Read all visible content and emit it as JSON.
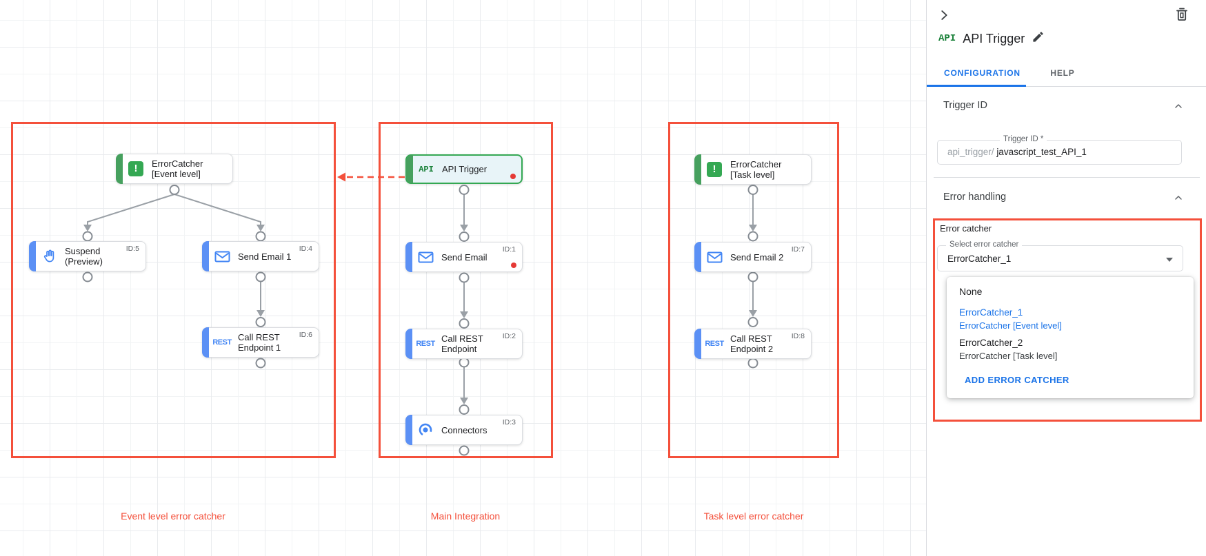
{
  "canvas": {
    "groups": [
      {
        "label": "Event level error catcher"
      },
      {
        "label": "Main Integration"
      },
      {
        "label": "Task level error catcher"
      }
    ],
    "icon_text": {
      "api": "API",
      "rest": "REST"
    },
    "nodes": {
      "error_catcher_event": {
        "label": "ErrorCatcher [Event level]"
      },
      "suspend": {
        "label": "Suspend (Preview)",
        "id": "ID:5"
      },
      "send_email_1": {
        "label": "Send Email 1",
        "id": "ID:4"
      },
      "call_rest_1": {
        "label": "Call REST Endpoint 1",
        "id": "ID:6"
      },
      "api_trigger": {
        "label": "API Trigger"
      },
      "send_email": {
        "label": "Send Email",
        "id": "ID:1"
      },
      "call_rest": {
        "label": "Call REST Endpoint",
        "id": "ID:2"
      },
      "connectors": {
        "label": "Connectors",
        "id": "ID:3"
      },
      "error_catcher_task": {
        "label": "ErrorCatcher [Task level]"
      },
      "send_email_2": {
        "label": "Send Email 2",
        "id": "ID:7"
      },
      "call_rest_2": {
        "label": "Call REST Endpoint 2",
        "id": "ID:8"
      }
    },
    "colors": {
      "annotation_red": "#F4503B",
      "task_bar_blue": "#5B90F5",
      "trigger_green": "#34A853",
      "edge_gray": "#9AA0A6",
      "status_dot_red": "#E53935"
    }
  },
  "panel": {
    "logo": "API",
    "title": "API Trigger",
    "tabs": {
      "configuration": "CONFIGURATION",
      "help": "HELP"
    },
    "trigger_id": {
      "heading": "Trigger ID",
      "field_label": "Trigger ID *",
      "prefix": "api_trigger/",
      "value": "javascript_test_API_1"
    },
    "error_handling": {
      "heading": "Error handling",
      "group_label": "Error catcher",
      "select_label": "Select error catcher",
      "select_value": "ErrorCatcher_1",
      "options": [
        {
          "name": "None",
          "sub": ""
        },
        {
          "name": "ErrorCatcher_1",
          "sub": "ErrorCatcher [Event level]"
        },
        {
          "name": "ErrorCatcher_2",
          "sub": "ErrorCatcher [Task level]"
        }
      ],
      "add_button": "ADD ERROR CATCHER",
      "accent_blue": "#1A73E8"
    }
  }
}
